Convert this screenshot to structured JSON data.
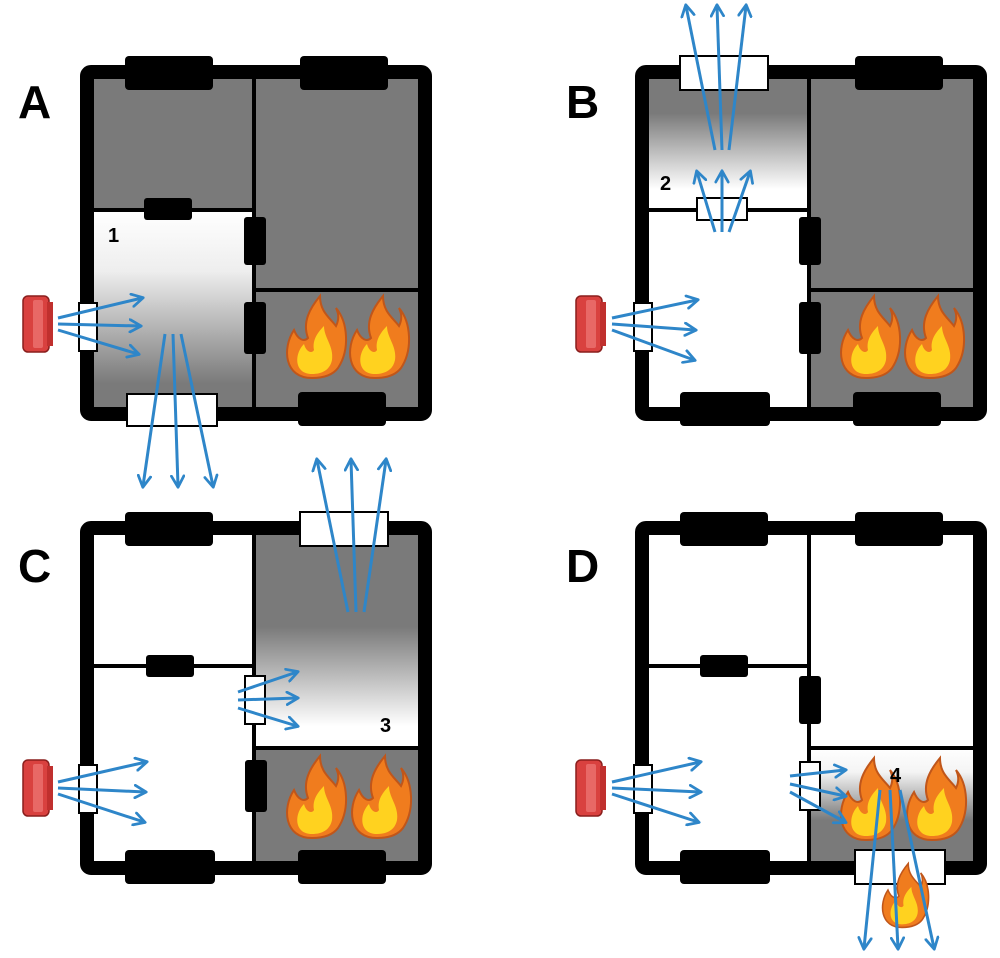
{
  "panels": [
    {
      "id": "A",
      "label": "A",
      "number": "1"
    },
    {
      "id": "B",
      "label": "B",
      "number": "2"
    },
    {
      "id": "C",
      "label": "C",
      "number": "3"
    },
    {
      "id": "D",
      "label": "D",
      "number": "4"
    }
  ],
  "colors": {
    "wall": "#000000",
    "smoke": "#7a7a7a",
    "arrow": "#2e86c9",
    "fan": "#d9413f",
    "fire_outer": "#f07c1e",
    "fire_inner": "#ffd21f",
    "opening": "#ffffff"
  },
  "icons": [
    "fan-icon",
    "fire-icon",
    "airflow-arrow-icon",
    "door-icon",
    "window-icon"
  ]
}
